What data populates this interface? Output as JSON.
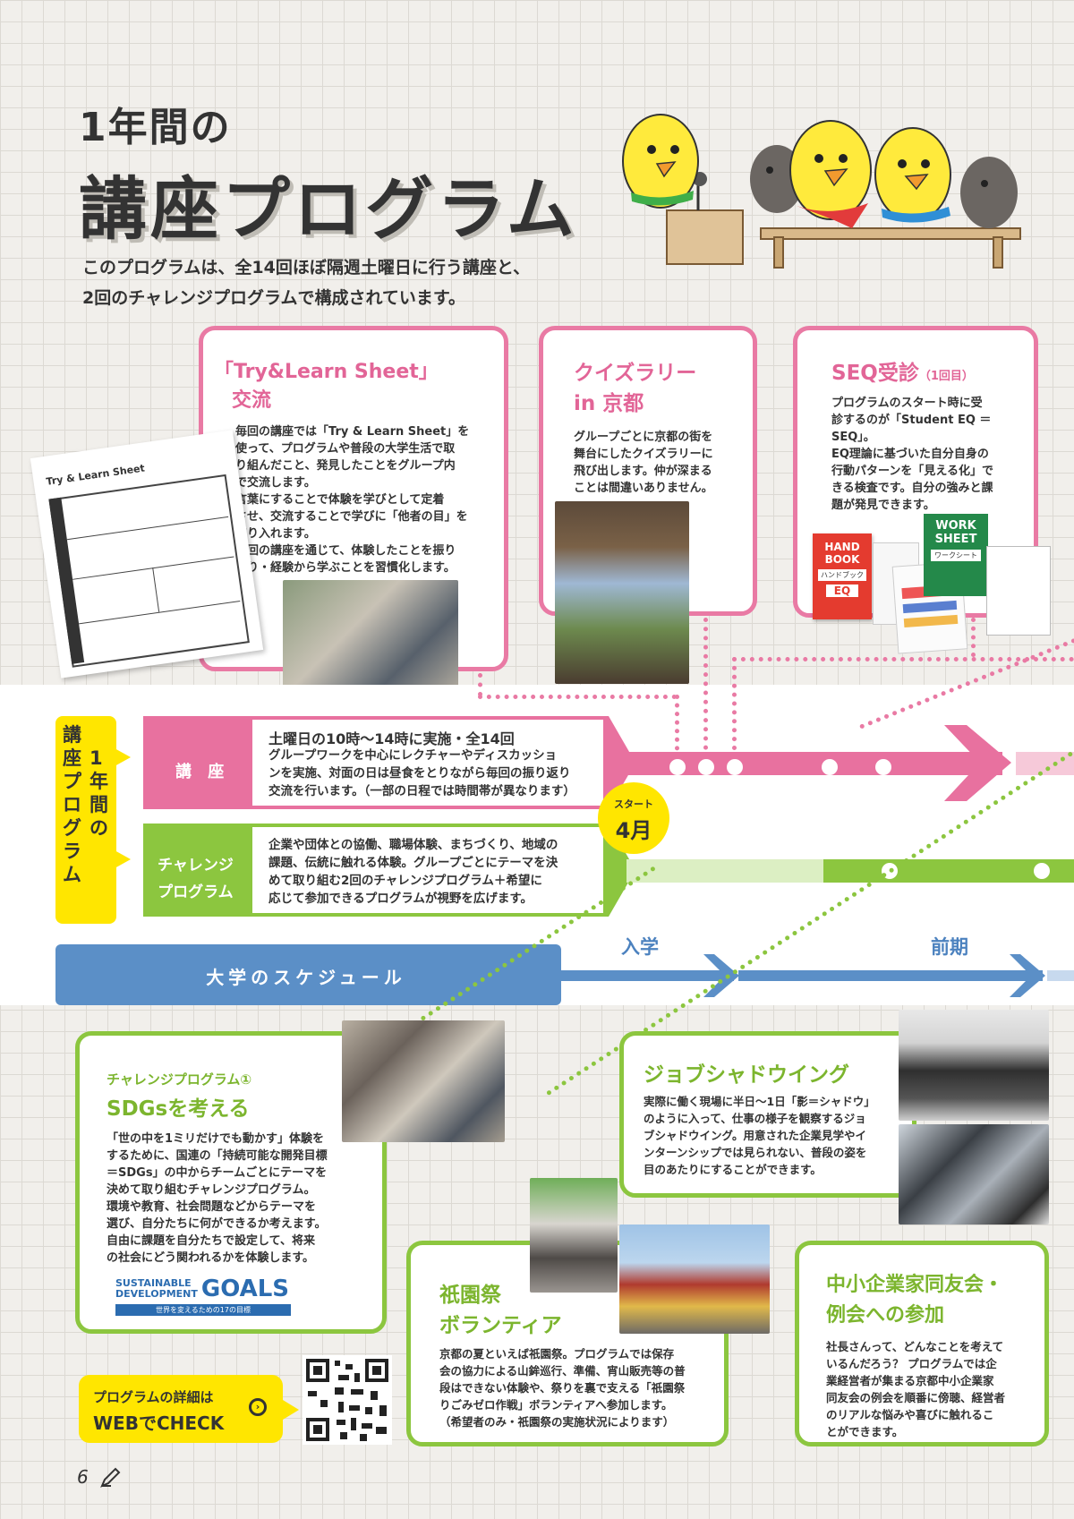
{
  "title": {
    "line1": "1年間の",
    "line2": "講座プログラム"
  },
  "intro": {
    "line1": "このプログラムは、全14回ほぼ隔週土曜日に行う講座と、",
    "line2": "2回のチャレンジプログラムで構成されています。"
  },
  "cards": {
    "try": {
      "title1": "「Try&Learn Sheet」",
      "title2": "交流",
      "body": [
        "毎回の講座では「Try & Learn Sheet」を",
        "使って、プログラムや普段の大学生活で取",
        "り組んだこと、発見したことをグループ内",
        "で交流します。",
        "言葉にすることで体験を学びとして定着",
        "させ、交流することで学びに「他者の目」を",
        "取り入れます。",
        "毎回の講座を通じて、体験したことを振り",
        "返り・経験から学ぶことを習慣化します。"
      ]
    },
    "quiz": {
      "title1": "クイズラリー",
      "title2": "in 京都",
      "body": [
        "グループごとに京都の街を",
        "舞台にしたクイズラリーに",
        "飛び出します。仲が深まる",
        "ことは間違いありません。"
      ]
    },
    "seq": {
      "title": "SEQ受診",
      "title_small": "（1回目）",
      "body": [
        "プログラムのスタート時に受",
        "診するのが「Student EQ ＝",
        "SEQ」。",
        "EQ理論に基づいた自分自身の",
        "行動パターンを「見える化」で",
        "きる検査です。自分の強みと課",
        "題が発見できます。"
      ],
      "handbook": [
        "HAND",
        "BOOK"
      ],
      "handbook_sub": "ハンドブック",
      "worksheet": [
        "WORK",
        "SHEET"
      ],
      "worksheet_sub": "ワークシート",
      "eq": "EQ"
    },
    "sdgs": {
      "kicker": "チャレンジプログラム①",
      "title": "SDGsを考える",
      "body": [
        "「世の中を1ミリだけでも動かす」体験を",
        "するために、国連の「持続可能な開発目標",
        "＝SDGs」の中からチームごとにテーマを",
        "決めて取り組むチャレンジプログラム。",
        "環境や教育、社会問題などからテーマを",
        "選び、自分たちに何ができるか考えます。",
        "自由に課題を自分たちで設定して、将来",
        "の社会にどう関われるかを体験します。"
      ],
      "logo_line1": "SUSTAINABLE",
      "logo_line2": "DEVELOPMENT",
      "logo_goals": "GOALS",
      "logo_sub": "世界を変えるための17の目標"
    },
    "gion": {
      "title1": "祇園祭",
      "title2": "ボランティア",
      "body": [
        "京都の夏といえば祇園祭。プログラムでは保存",
        "会の協力による山鉾巡行、準備、宵山販売等の普",
        "段はできない体験や、祭りを裏で支える「祇園祭",
        "りごみゼロ作戦」ボランティアへ参加します。",
        "（希望者のみ・祇園祭の実施状況によります）"
      ]
    },
    "job": {
      "title": "ジョブシャドウイング",
      "body": [
        "実際に働く現場に半日〜1日「影＝シャドウ」",
        "のように入って、仕事の様子を観察するジョ",
        "ブシャドウイング。用意された企業見学やイ",
        "ンターンシップでは見られない、普段の姿を",
        "目のあたりにすることができます。"
      ]
    },
    "chusho": {
      "title1": "中小企業家同友会・",
      "title2": "例会への参加",
      "body": [
        "社長さんって、どんなことを考えて",
        "いるんだろう？ プログラムでは企",
        "業経営者が集まる京都中小企業家",
        "同友会の例会を順番に傍聴、経営者",
        "のリアルな悩みや喜びに触れるこ",
        "とができます。"
      ]
    }
  },
  "sheet": {
    "title": "Try & Learn Sheet"
  },
  "timeline": {
    "side_label_left": "講座プログラム",
    "side_label_right": "1年間の",
    "kouza": {
      "label": "講 座",
      "headline": "土曜日の10時〜14時に実施・全14回",
      "body": [
        "グループワークを中心にレクチャーやディスカッショ",
        "ンを実施、対面の日は昼食をとりながら毎回の振り返り",
        "交流を行います。（一部の日程では時間帯が異なります）"
      ]
    },
    "challenge": {
      "label1": "チャレンジ",
      "label2": "プログラム",
      "body": [
        "企業や団体との協働、職場体験、まちづくり、地域の",
        "課題、伝統に触れる体験。グループごとにテーマを決",
        "めて取り組む2回のチャレンジプログラム＋希望に",
        "応じて参加できるプログラムが視野を広げます。"
      ]
    },
    "start_small": "スタート",
    "start_big": "4月",
    "univ_label": "大学のスケジュール",
    "nyugaku": "入学",
    "zenki": "前期"
  },
  "web": {
    "line1": "プログラムの詳細は",
    "line2": "WEBでCHECK"
  },
  "page_number": "6",
  "colors": {
    "pink": "#e8719f",
    "green": "#8cc63f",
    "blue": "#5b8fc7",
    "yellow": "#ffe600"
  }
}
